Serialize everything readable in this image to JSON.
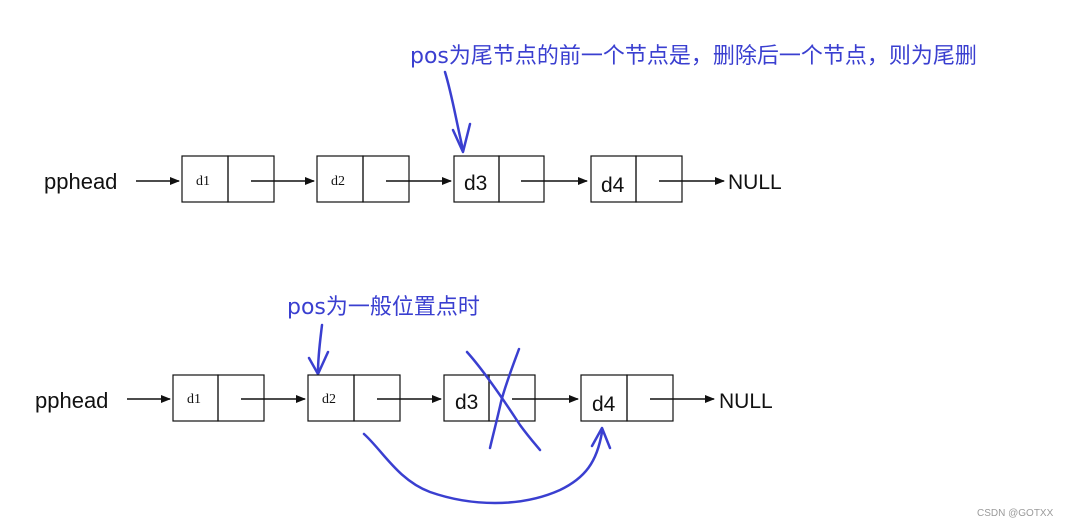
{
  "colors": {
    "ink": "#111111",
    "annotation": "#3a3fd0",
    "watermark": "#9a9a9a"
  },
  "top_diagram": {
    "annotation": "pos为尾节点的前一个节点是，删除后一个节点，则为尾删",
    "head_label": "pphead",
    "nodes": [
      "d1",
      "d2",
      "d3",
      "d4"
    ],
    "tail_label": "NULL"
  },
  "bottom_diagram": {
    "annotation": "pos为一般位置点时",
    "head_label": "pphead",
    "nodes": [
      "d1",
      "d2",
      "d3",
      "d4"
    ],
    "tail_label": "NULL",
    "deleted_node": "d3"
  },
  "watermark": "CSDN @GOTXX"
}
